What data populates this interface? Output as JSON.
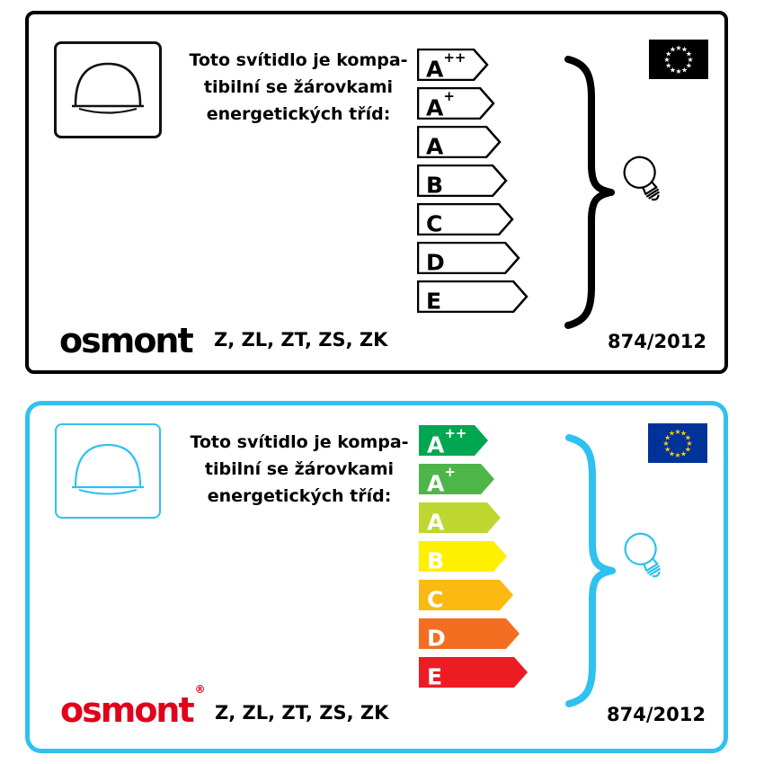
{
  "panels": [
    {
      "name": "monochrome-label",
      "text_lines": [
        "Toto svítidlo je kompa-",
        "tibilní se žárovkami",
        "energetických tříd:"
      ],
      "classes": [
        {
          "letter": "A",
          "sup": "++",
          "fill": "#ffffff"
        },
        {
          "letter": "A",
          "sup": "+",
          "fill": "#ffffff"
        },
        {
          "letter": "A",
          "sup": "",
          "fill": "#ffffff"
        },
        {
          "letter": "B",
          "sup": "",
          "fill": "#ffffff"
        },
        {
          "letter": "C",
          "sup": "",
          "fill": "#ffffff"
        },
        {
          "letter": "D",
          "sup": "",
          "fill": "#ffffff"
        },
        {
          "letter": "E",
          "sup": "",
          "fill": "#ffffff"
        }
      ],
      "logo_text": "osmont",
      "logo_reg": "",
      "models": "Z, ZL, ZT, ZS, ZK",
      "regulation": "874/2012",
      "colors": {
        "border": "#000000",
        "logo": "#000000",
        "flag_bg": "#000000",
        "flag_stars": "#ffffff"
      }
    },
    {
      "name": "color-label",
      "text_lines": [
        "Toto svítidlo je kompa-",
        "tibilní se žárovkami",
        "energetických tříd:"
      ],
      "classes": [
        {
          "letter": "A",
          "sup": "++",
          "fill": "#00a650"
        },
        {
          "letter": "A",
          "sup": "+",
          "fill": "#4eb648"
        },
        {
          "letter": "A",
          "sup": "",
          "fill": "#bed630"
        },
        {
          "letter": "B",
          "sup": "",
          "fill": "#ffef00"
        },
        {
          "letter": "C",
          "sup": "",
          "fill": "#fbba12"
        },
        {
          "letter": "D",
          "sup": "",
          "fill": "#f36e21"
        },
        {
          "letter": "E",
          "sup": "",
          "fill": "#ec1c24"
        }
      ],
      "logo_text": "osmont",
      "logo_reg": "®",
      "models": "Z, ZL, ZT, ZS, ZK",
      "regulation": "874/2012",
      "colors": {
        "border": "#2fc1ef",
        "logo": "#e2001a",
        "flag_bg": "#003399",
        "flag_stars": "#ffcc00"
      }
    }
  ]
}
